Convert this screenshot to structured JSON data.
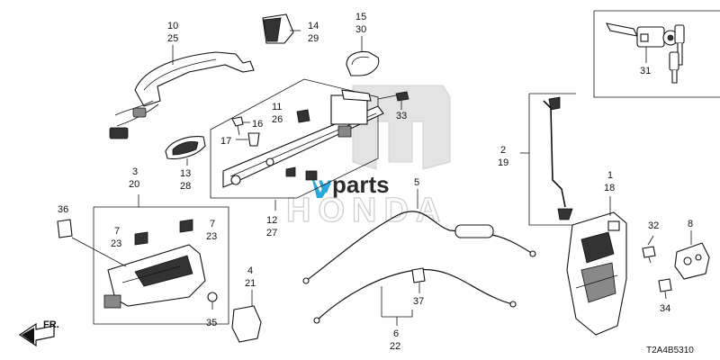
{
  "watermark": {
    "brand_text": "HONDA",
    "site_prefix": "v",
    "site_suffix": "parts"
  },
  "diagram_code": "T2A4B5310",
  "front_marker": "FR.",
  "callouts": {
    "c10": "10",
    "c25": "25",
    "c14": "14",
    "c29": "29",
    "c15": "15",
    "c30": "30",
    "c31": "31",
    "c11": "11",
    "c26": "26",
    "c16": "16",
    "c17": "17",
    "c33": "33",
    "c13": "13",
    "c28": "28",
    "c2": "2",
    "c19": "19",
    "c3": "3",
    "c20": "20",
    "c36": "36",
    "c7a": "7",
    "c23a": "23",
    "c7b": "7",
    "c23b": "23",
    "c35": "35",
    "c4": "4",
    "c21": "21",
    "c12": "12",
    "c27": "27",
    "c5": "5",
    "c37": "37",
    "c6": "6",
    "c22": "22",
    "c1": "1",
    "c18": "18",
    "c32": "32",
    "c8": "8",
    "c34": "34"
  }
}
